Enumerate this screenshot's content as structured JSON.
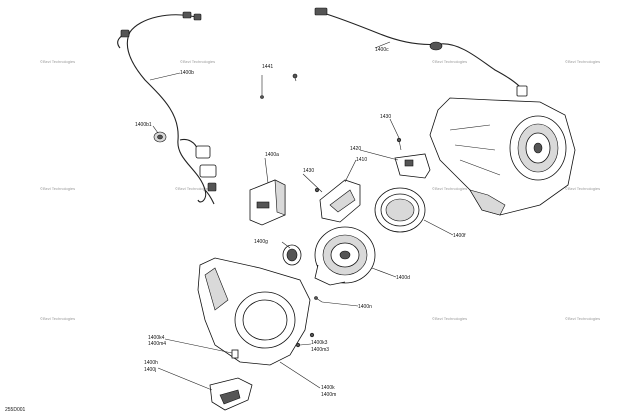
{
  "callouts": {
    "c1400b": "1400b",
    "c1400c": "1400c",
    "c1441": "1441",
    "c1400b1": "1400b1",
    "c1430a": "1430",
    "c1420": "1420",
    "c1410": "1410",
    "c1400a": "1400a",
    "c1430b": "1430",
    "c1400g": "1400g",
    "c1400f": "1400f",
    "c1400d": "1400d",
    "c1400n": "1400n",
    "c1400k4": "1400k4",
    "c1400m4": "1400m4",
    "c1400k3": "1400k3",
    "c1400m3": "1400m3",
    "c1400h": "1400h",
    "c1400j": "1400j",
    "c1400k": "1400k",
    "c1400m": "1400m"
  },
  "watermark": "©Bezi Technologies",
  "figure_id": "255D001"
}
